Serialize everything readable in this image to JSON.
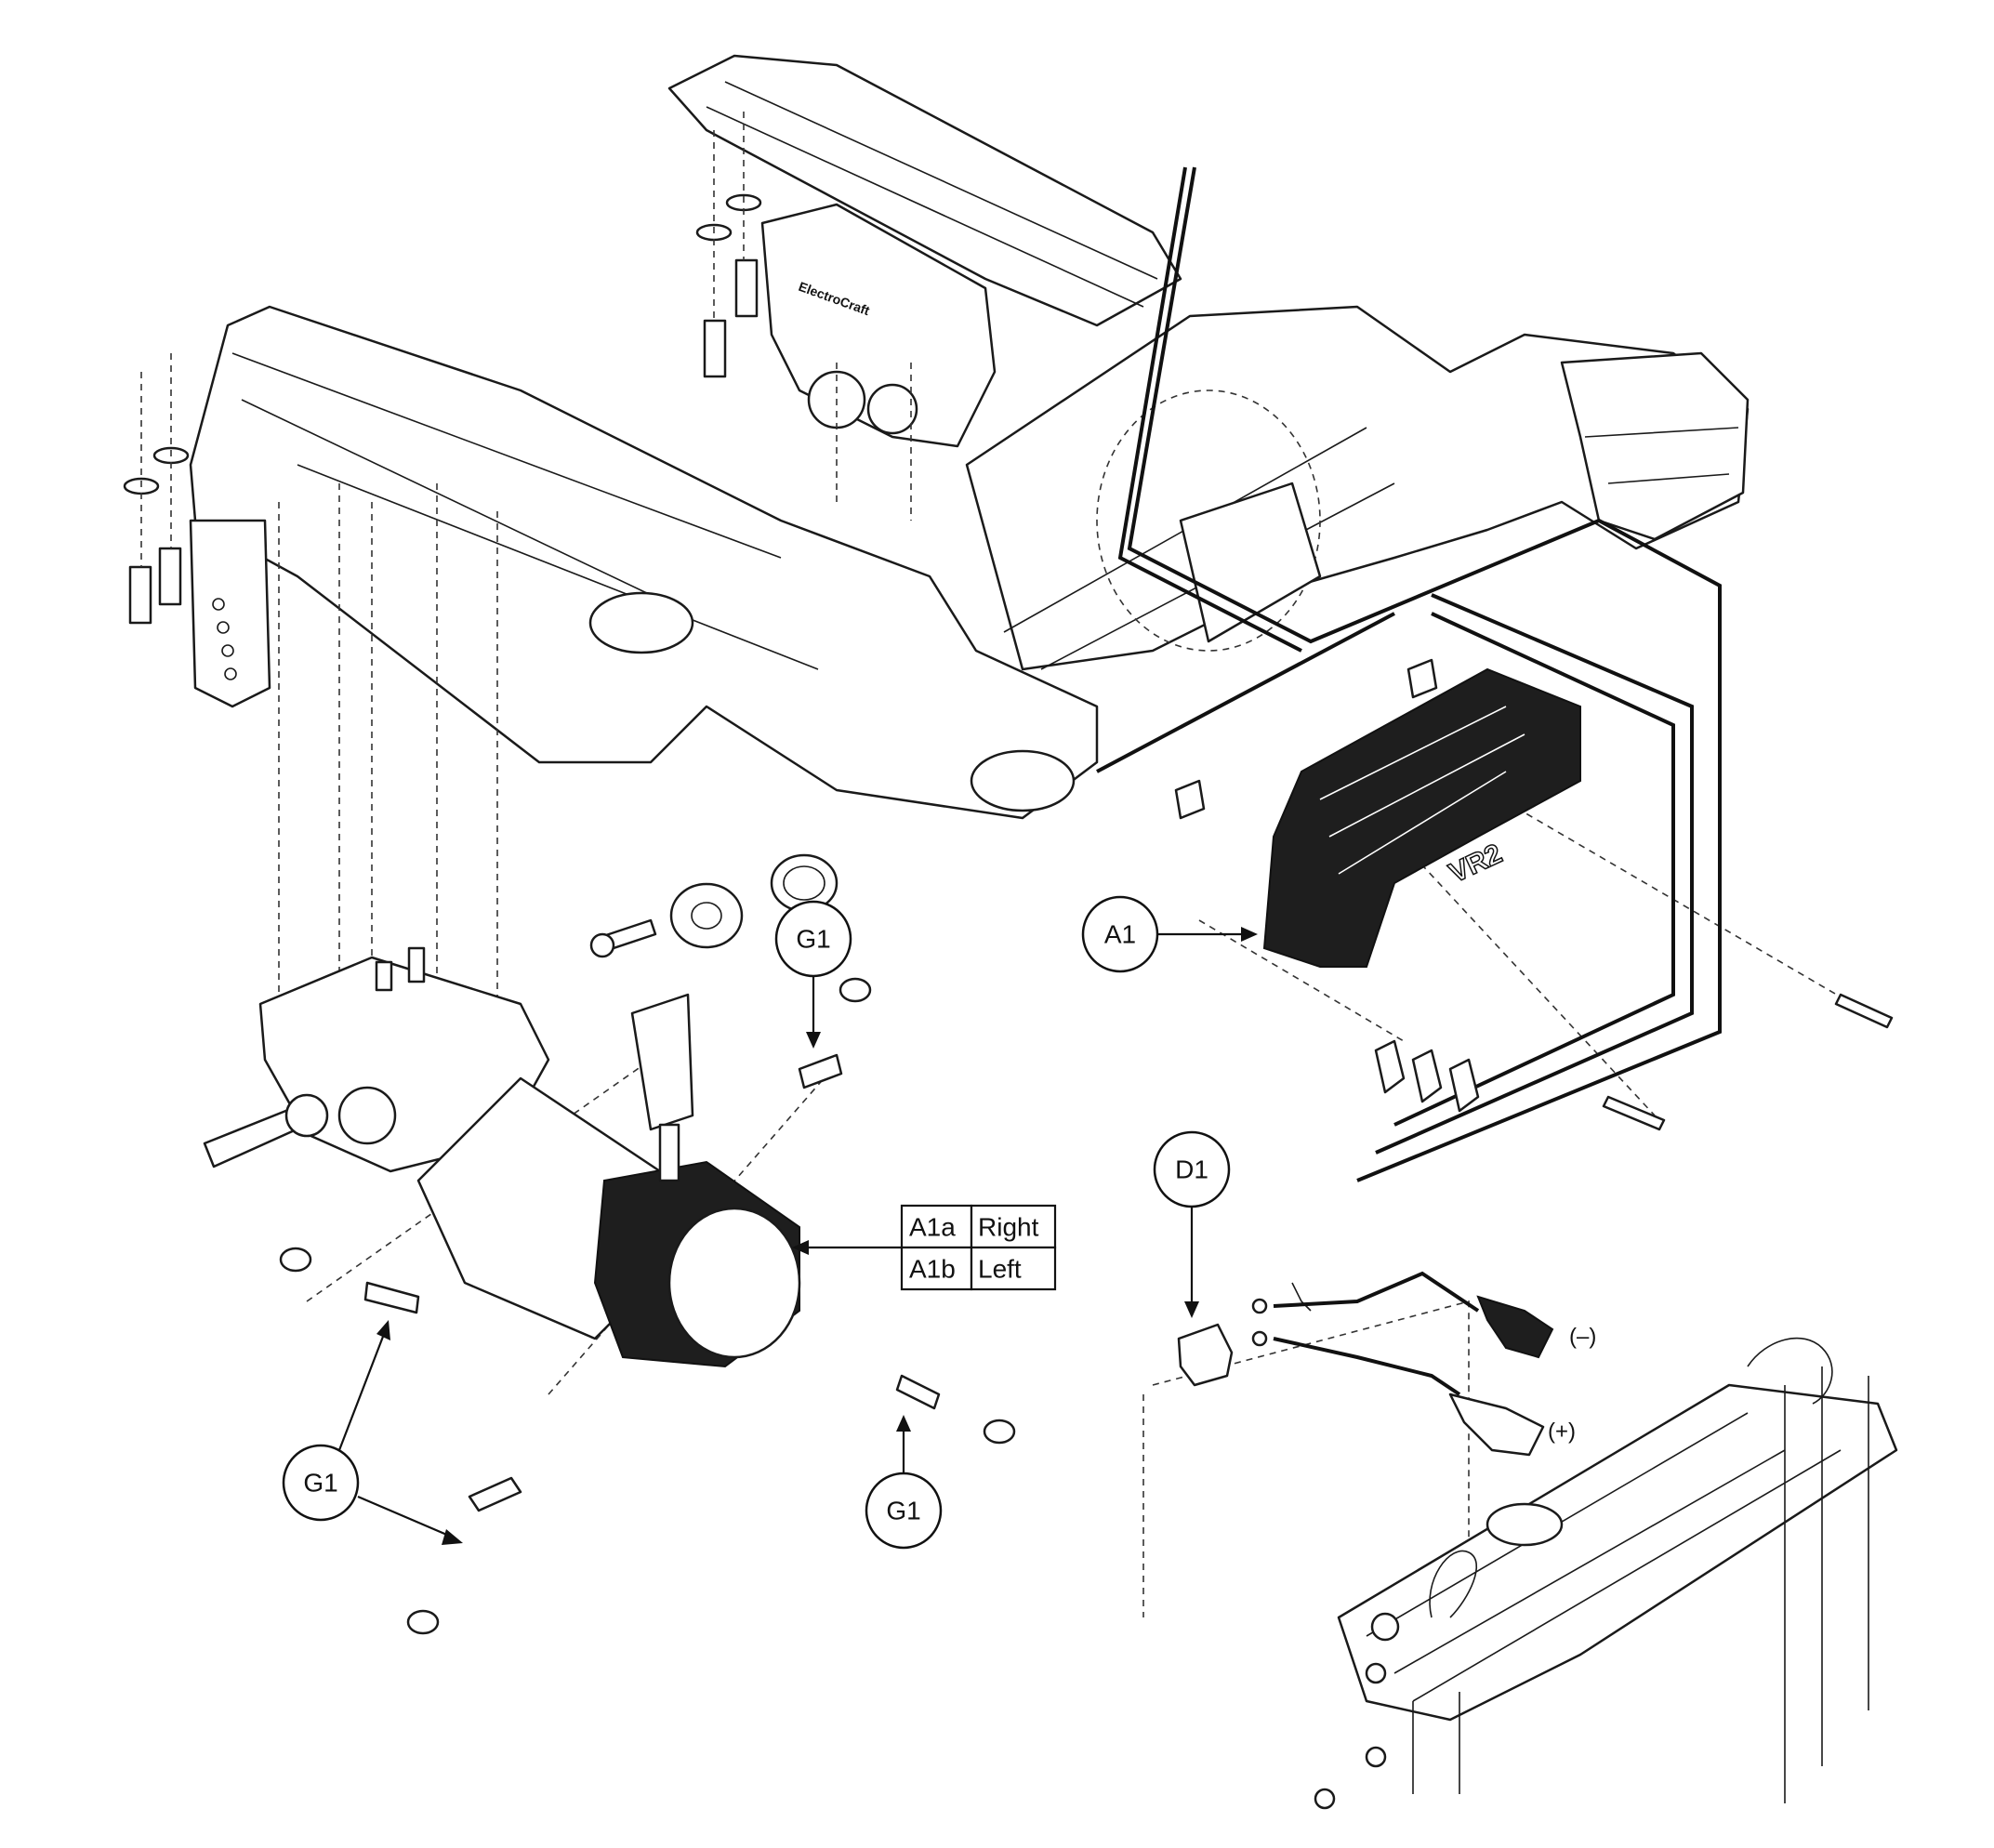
{
  "callouts": {
    "a1": "A1",
    "d1": "D1",
    "g1_top": "G1",
    "g1_left": "G1",
    "g1_right": "G1"
  },
  "motor_table": {
    "rows": [
      {
        "code": "A1a",
        "side": "Right"
      },
      {
        "code": "A1b",
        "side": "Left"
      }
    ]
  },
  "terminals": {
    "negative": "(–)",
    "positive": "(+)"
  },
  "labels": {
    "motor_brand": "ElectroCraft",
    "controller_logo": "VR2"
  },
  "colors": {
    "line": "#1a1a1a",
    "background": "#ffffff"
  }
}
